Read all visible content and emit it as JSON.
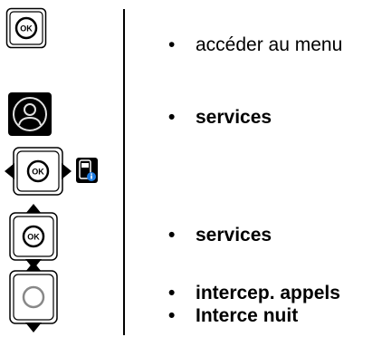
{
  "colors": {
    "ink": "#000000",
    "bullet": "#000000",
    "avatar_bg": "#000000",
    "avatar_ring": "#e0e0e0",
    "info_badge": "#1e7be0"
  },
  "icons": [
    "ok-key-icon",
    "user-account-icon",
    "ok-key-left-right-arrows-icon",
    "phone-info-icon",
    "ok-key-up-down-arrows-icon",
    "navigation-key-up-down-arrows-icon"
  ],
  "ok_label": "OK",
  "bullet_glyph": "•",
  "steps": [
    {
      "text": "accéder au menu"
    },
    {
      "text": "services"
    },
    {
      "text": "services"
    },
    {
      "text": "intercep. appels"
    },
    {
      "text": "Interce nuit"
    }
  ]
}
